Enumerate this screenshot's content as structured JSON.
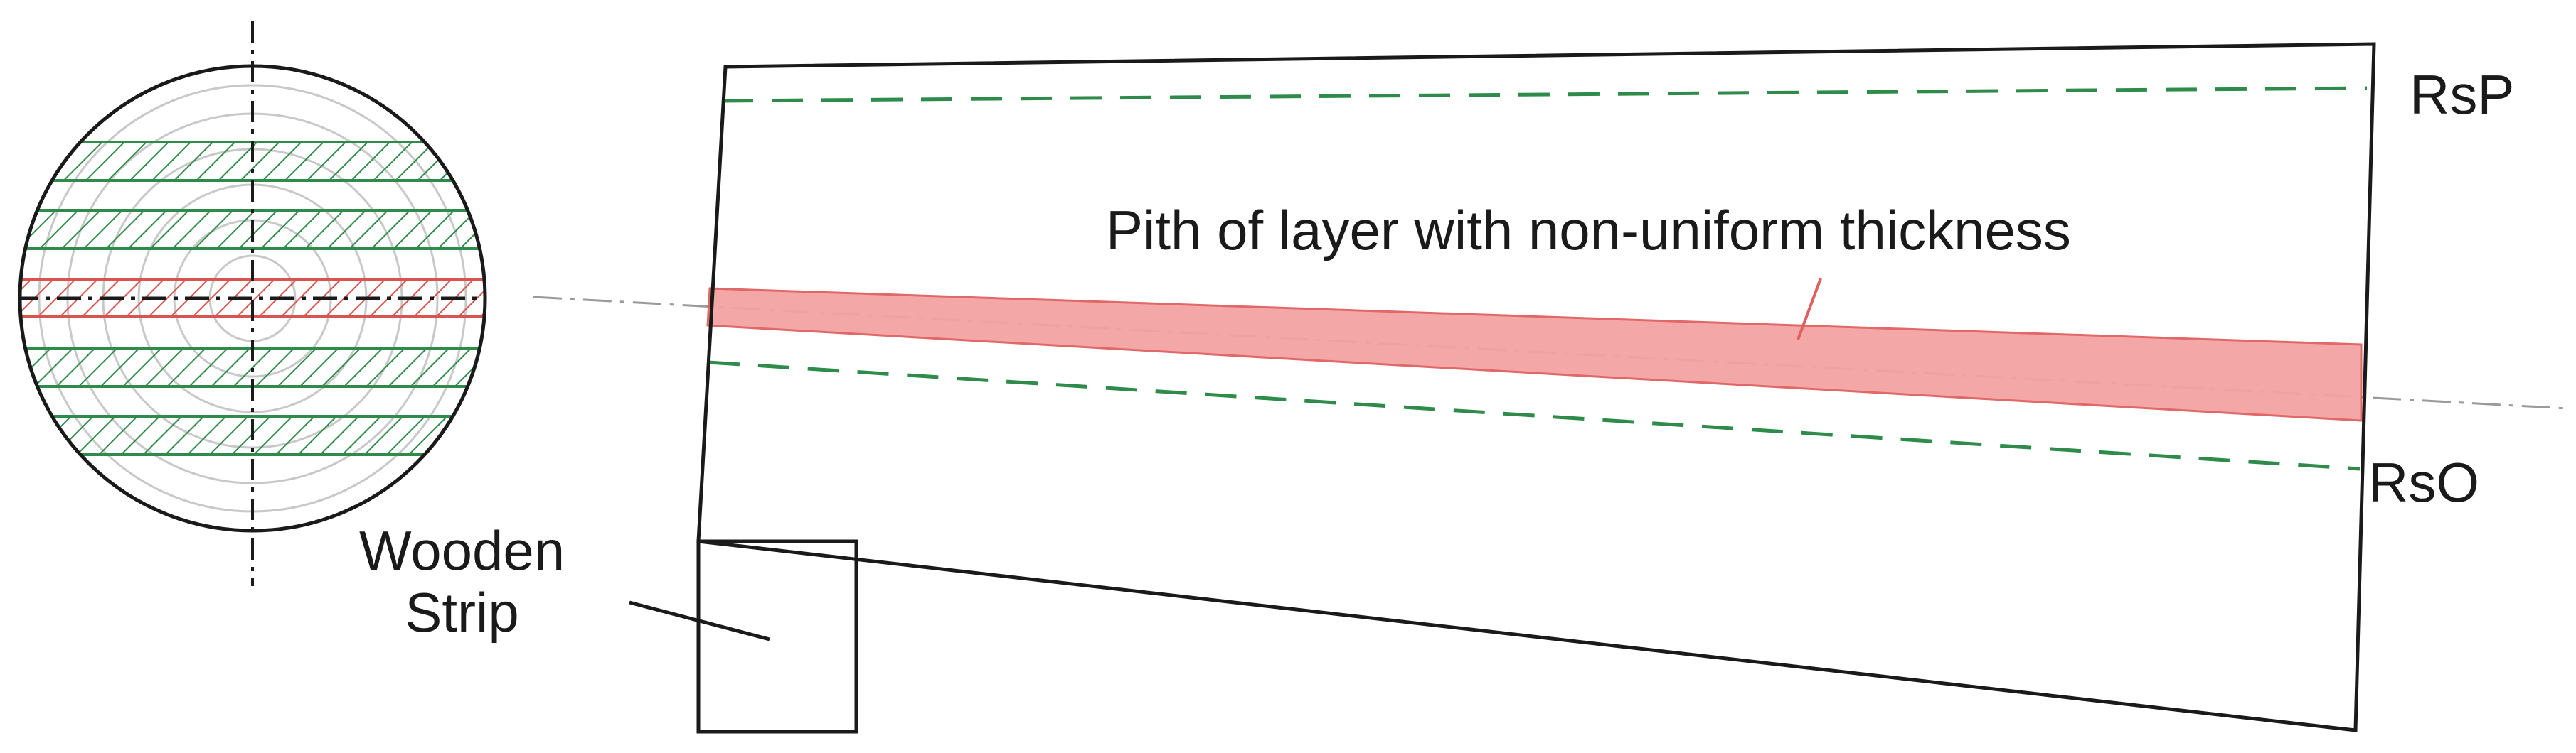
{
  "labels": {
    "pith": "Pith of layer with non-uniform thickness",
    "rsp": "RsP",
    "rso": "RsO",
    "wooden_line1": "Wooden",
    "wooden_line2": "Strip"
  },
  "colors": {
    "outline": "#1a1a1a",
    "green_layer": "#2e8b4a",
    "red_layer": "#f08080",
    "red_edge": "#d9534f",
    "axis": "#8a8a8a",
    "grain": "#c8c8c8"
  }
}
